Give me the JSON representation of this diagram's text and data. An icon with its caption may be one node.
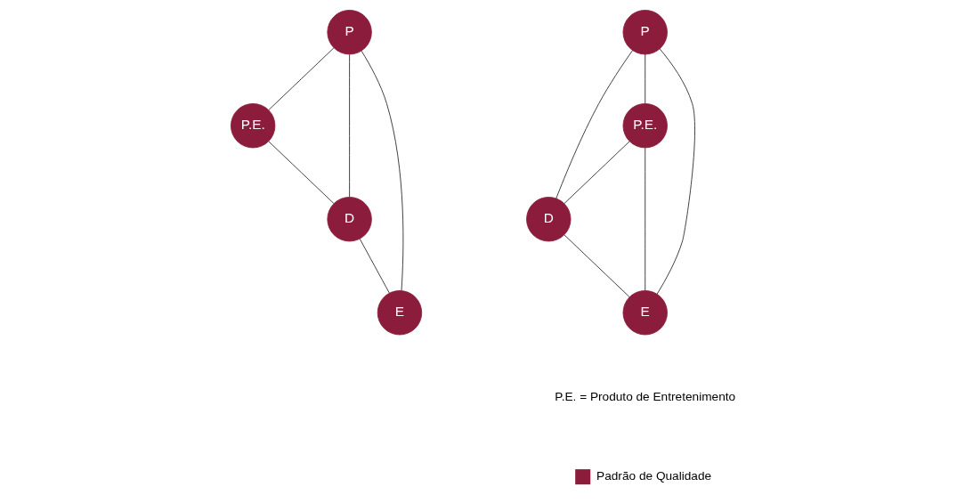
{
  "diagram": {
    "nodes": [
      {
        "text": [
          "P"
        ]
      },
      {
        "text": [
          "P.E."
        ]
      },
      {
        "text": [
          "E"
        ]
      },
      {
        "text": [
          "D"
        ]
      },
      {
        "text": [
          "P"
        ]
      },
      {
        "text": [
          "P.E."
        ]
      },
      {
        "text": [
          "D"
        ]
      },
      {
        "text": [
          "E"
        ]
      }
    ],
    "edges": [
      {
        "from": 0,
        "to": 1,
        "arrow": "none"
      },
      {
        "from": 0,
        "to": 3,
        "arrow": "none"
      },
      {
        "from": 0,
        "to": 2,
        "arrow": "none"
      },
      {
        "from": 1,
        "to": 3,
        "arrow": "none"
      },
      {
        "from": 3,
        "to": 2,
        "arrow": "none"
      },
      {
        "from": 4,
        "to": 6,
        "arrow": "none"
      },
      {
        "from": 4,
        "to": 5,
        "arrow": "none"
      },
      {
        "from": 4,
        "to": 7,
        "arrow": "none"
      },
      {
        "from": 5,
        "to": 6,
        "arrow": "none"
      },
      {
        "from": 5,
        "to": 7,
        "arrow": "none"
      },
      {
        "from": 6,
        "to": 7,
        "arrow": "none"
      }
    ],
    "labels": [
      "P.E. = Produto de Entretenimento"
    ],
    "legend": [
      {
        "text": "Padrão de Qualidade",
        "color": "#8c1c3c"
      }
    ]
  }
}
